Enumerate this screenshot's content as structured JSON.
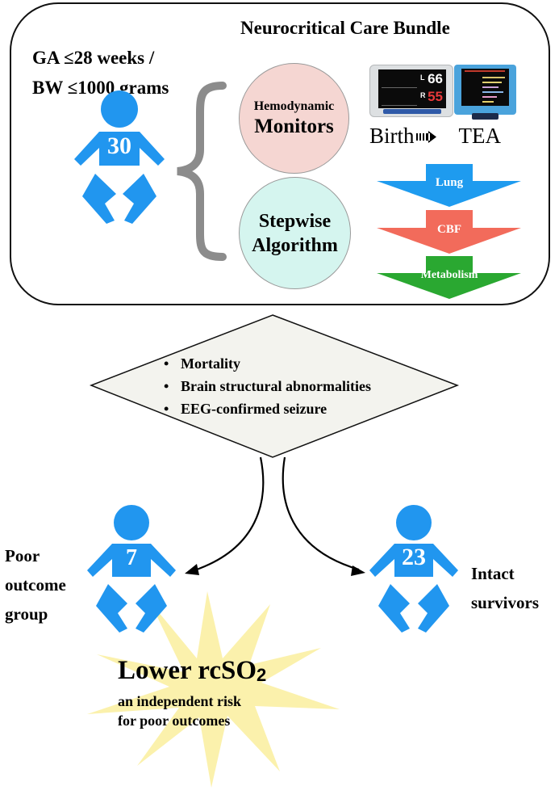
{
  "bundle": {
    "title": "Neurocritical Care Bundle",
    "criteria_line1": "GA  ≤28 weeks /",
    "criteria_line2": "BW ≤1000 grams",
    "total_infants": "30",
    "components": [
      {
        "line1": "Hemodynamic",
        "line2": "Monitors",
        "color": "#f5d6d2"
      },
      {
        "line1": "Stepwise",
        "line2": "Algorithm",
        "color": "#d5f5ef"
      }
    ],
    "monitor_display": {
      "left_value": "66",
      "right_value": "55",
      "left_label": "L",
      "right_label": "R"
    },
    "timeline": {
      "start": "Birth",
      "end": "TEA",
      "arrow_icon": "dashed-right-arrow-icon"
    },
    "algorithm_steps": [
      {
        "label": "Lung",
        "color": "#1e9bef"
      },
      {
        "label": "CBF",
        "color": "#f26b5b"
      },
      {
        "label": "Metabolism",
        "color": "#2aa831"
      }
    ]
  },
  "outcomes": {
    "items": [
      "Mortality",
      "Brain structural abnormalities",
      "EEG-confirmed seizure"
    ],
    "fill": "#f3f3ee"
  },
  "groups": {
    "poor": {
      "count": "7",
      "label_lines": [
        "Poor",
        "outcome",
        "group"
      ]
    },
    "intact": {
      "count": "23",
      "label_lines": [
        "Intact",
        "survivors"
      ]
    }
  },
  "finding": {
    "title": "Lower rcSO",
    "title_subscript": "2",
    "line1": "an independent risk",
    "line2": "for poor outcomes",
    "star_color": "#fbf0a8"
  },
  "colors": {
    "baby": "#2196ef",
    "brace": "#8c8c8c"
  }
}
